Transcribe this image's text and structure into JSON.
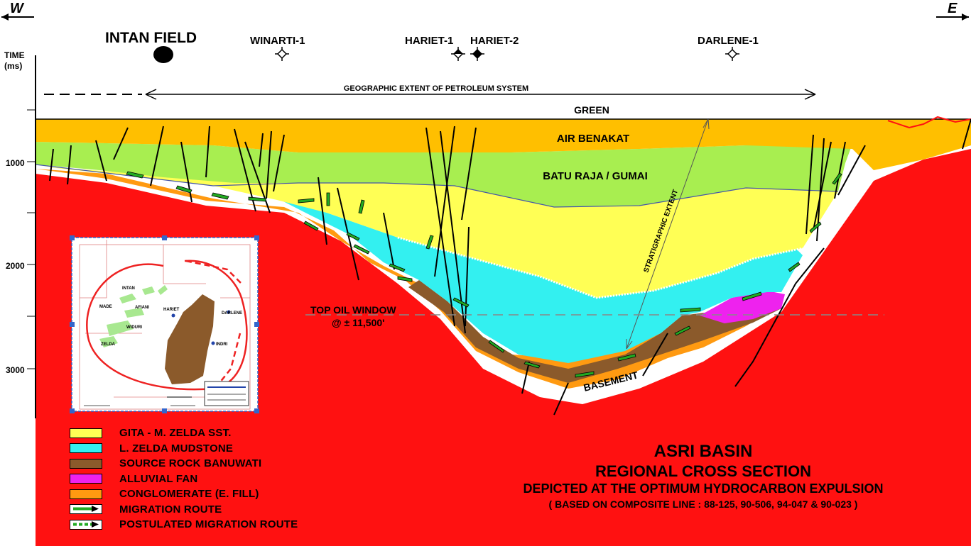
{
  "compass": {
    "west": "W",
    "east": "E"
  },
  "axis": {
    "title_line1": "TIME",
    "title_line2": "(ms)",
    "ticks": [
      "1000",
      "2000",
      "3000"
    ]
  },
  "field": {
    "label": "INTAN FIELD"
  },
  "wells": [
    {
      "name": "WINARTI-1"
    },
    {
      "name": "HARIET-1"
    },
    {
      "name": "HARIET-2"
    },
    {
      "name": "DARLENE-1"
    }
  ],
  "labels": {
    "geographic_extent": "GEOGRAPHIC EXTENT OF PETROLEUM SYSTEM",
    "green": "GREEN",
    "air_benakat": "AIR BENAKAT",
    "batu_raja": "BATU RAJA / GUMAI",
    "stratigraphic_extent": "STRATIGRAPHIC EXTENT",
    "top_oil_window_line1": "TOP OIL WINDOW",
    "top_oil_window_line2": "@ ± 11,500'",
    "basement": "BASEMENT"
  },
  "inset": {
    "labels": [
      "INTAN",
      "AFIANI",
      "MADE",
      "WIDURI",
      "HARIET",
      "DARLENE",
      "INDRI",
      "ZELDA"
    ]
  },
  "legend": [
    {
      "label": "GITA - M. ZELDA SST.",
      "color": "#ffff55"
    },
    {
      "label": "L. ZELDA MUDSTONE",
      "color": "#33f0f0"
    },
    {
      "label": "SOURCE ROCK BANUWATI",
      "color": "#8b5a2b"
    },
    {
      "label": "ALLUVIAL FAN",
      "color": "#ee22ee"
    },
    {
      "label": "CONGLOMERATE (E. FILL)",
      "color": "#ff9a11"
    },
    {
      "label": "MIGRATION ROUTE",
      "color": "#ffffff"
    },
    {
      "label": "POSTULATED MIGRATION ROUTE",
      "color": "#ffffff"
    }
  ],
  "title": {
    "line1": "ASRI BASIN",
    "line2": "REGIONAL CROSS SECTION",
    "line3": "DEPICTED AT THE OPTIMUM HYDROCARBON EXPULSION",
    "line4": "( BASED ON COMPOSITE LINE : 88-125, 90-506, 94-047 & 90-023 )"
  },
  "colors": {
    "air_benakat": "#ffbf00",
    "batu_raja": "#a8ee50",
    "gita_zelda": "#ffff55",
    "l_zelda": "#33f0f0",
    "source_rock": "#8b5a2b",
    "alluvial_fan": "#ee22ee",
    "conglomerate": "#ff9a11",
    "basement": "#ff1111",
    "migration": "#22aa22"
  }
}
